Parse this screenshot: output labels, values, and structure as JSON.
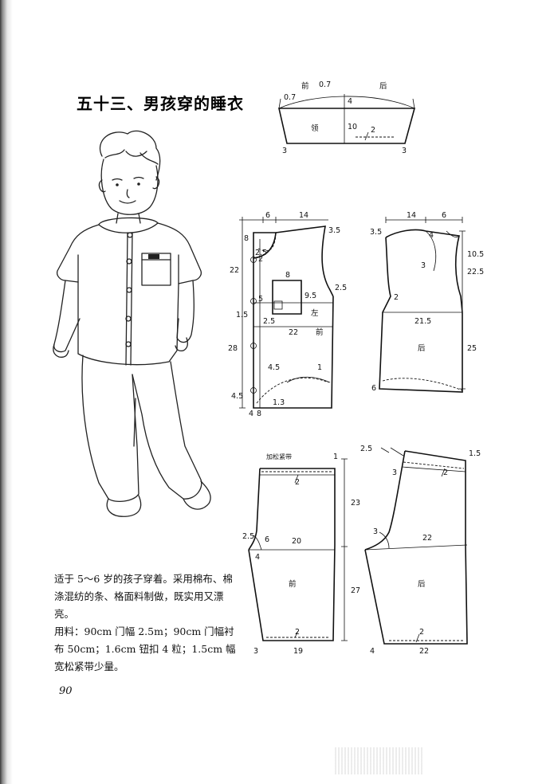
{
  "title": "五十三、男孩穿的睡衣",
  "description": {
    "line1": "适于 5～6 岁的孩子穿着。采用棉布、棉涤混纺的条、格面料制做，既实用又漂亮。",
    "line2": "用料：90cm 门幅 2.5m；90cm 门幅衬布 50cm；1.6cm 钮扣 4 粒；1.5cm 幅宽松紧带少量。"
  },
  "page_number": "90",
  "collar": {
    "label_front": "前",
    "label_back": "后",
    "label_collar": "领",
    "d1": "0.7",
    "d2": "0.7",
    "d3": "4",
    "d4": "10",
    "d5": "2",
    "d6": "3",
    "d7": "3"
  },
  "front": {
    "w1": "6",
    "w2": "14",
    "d_35": "3.5",
    "d_8": "8",
    "d_25a": "2.5",
    "d_2": "2",
    "d_22v": "22",
    "d_25b": "2.5",
    "pocket_w": "8",
    "d_5": "5",
    "d_95": "9.5",
    "d_15": "1.5",
    "d_25c": "2.5",
    "d_22h": "22",
    "side_label": "左",
    "label": "前",
    "d_28": "28",
    "d_45a": "4.5",
    "d_1": "1",
    "d_45b": "4.5",
    "d_13": "1.3",
    "d_4": "4",
    "d_8b": "8"
  },
  "back": {
    "w1": "14",
    "w2": "6",
    "d_35": "3.5",
    "d_4": "4",
    "d_105": "10.5",
    "d_3": "3",
    "d_225": "22.5",
    "d_2": "2",
    "d_215": "21.5",
    "label": "后",
    "d_25": "25",
    "d_6": "6"
  },
  "pants_front": {
    "band_label": "加松紧带",
    "d_1": "1",
    "d_2a": "2",
    "d_23": "23",
    "d_25": "2.5",
    "d_6": "6",
    "d_20": "20",
    "d_4": "4",
    "label": "前",
    "d_27": "27",
    "d_2b": "2",
    "d_3": "3",
    "d_19": "19"
  },
  "pants_back": {
    "d_25": "2.5",
    "d_15": "1.5",
    "d_3a": "3",
    "d_2a": "2",
    "d_3b": "3",
    "d_22a": "22",
    "label": "后",
    "d_2b": "2",
    "d_4": "4",
    "d_22b": "22"
  }
}
